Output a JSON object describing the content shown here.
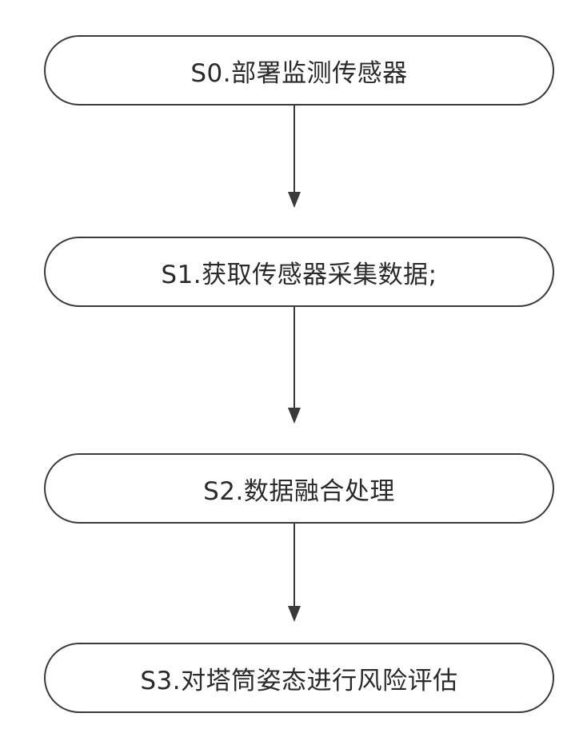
{
  "flowchart": {
    "steps": [
      {
        "id": "S0",
        "label": "S0.部署监测传感器"
      },
      {
        "id": "S1",
        "label": "S1.获取传感器采集数据;"
      },
      {
        "id": "S2",
        "label": "S2.数据融合处理"
      },
      {
        "id": "S3",
        "label": "S3.对塔筒姿态进行风险评估"
      }
    ],
    "connectors": [
      {
        "from": "S0",
        "to": "S1"
      },
      {
        "from": "S1",
        "to": "S2"
      },
      {
        "from": "S2",
        "to": "S3"
      }
    ],
    "colors": {
      "stroke": "#3a3a3a",
      "text": "#2a2a2a",
      "background": "#ffffff"
    }
  }
}
